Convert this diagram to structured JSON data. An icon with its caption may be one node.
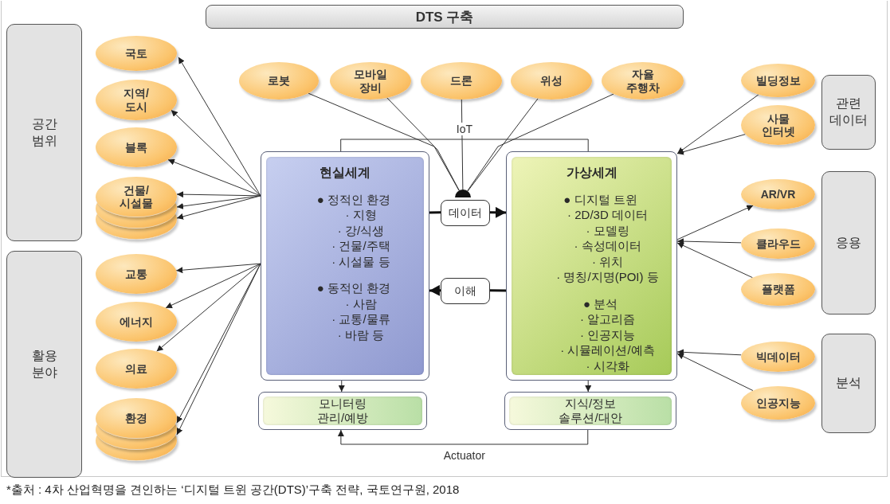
{
  "diagram": {
    "title": "DTS 구축",
    "caption": "*출처 : 4차 산업혁명을 견인하는 ‘디지털 트윈 공간(DTS)’구축 전략, 국토연구원, 2018",
    "nodes": [
      {
        "text": [
          "공간 범위"
        ]
      },
      {
        "text": [
          "활용 분야"
        ]
      },
      {
        "text": [
          "국토"
        ]
      },
      {
        "text": [
          "지역/ 도시"
        ]
      },
      {
        "text": [
          "블록"
        ]
      },
      {
        "text": [
          "건물/ 시설물"
        ]
      },
      {
        "text": [
          "교통"
        ]
      },
      {
        "text": [
          "에너지"
        ]
      },
      {
        "text": [
          "의료"
        ]
      },
      {
        "text": [
          "환경"
        ]
      },
      {
        "text": [
          "로봇"
        ]
      },
      {
        "text": [
          "모바일 장비"
        ]
      },
      {
        "text": [
          "드론"
        ]
      },
      {
        "text": [
          "위성"
        ]
      },
      {
        "text": [
          "자율 주행차"
        ]
      },
      {
        "text": [
          "현실세계",
          "● 정적인 환경",
          "· 지형",
          "· 강/식생",
          "· 건물/주택",
          "· 시설물 등",
          "● 동적인 환경",
          "· 사람",
          "· 교통/물류",
          "· 바람 등"
        ]
      },
      {
        "text": [
          "가상세계",
          "● 디지털 트윈",
          "· 2D/3D 데이터",
          "· 모델링",
          "· 속성데이터",
          "· 위치",
          "· 명칭/지명(POI) 등",
          "● 분석",
          "· 알고리즘",
          "· 인공지능",
          "· 시뮬레이션/예측",
          "· 시각화"
        ]
      },
      {
        "text": [],
        "shape": "circle"
      },
      {
        "text": [
          "데이터"
        ]
      },
      {
        "text": [
          "이해"
        ]
      },
      {
        "text": [
          "모니터링 관리/예방"
        ]
      },
      {
        "text": [
          "지식/정보 솔루션/대안"
        ]
      },
      {
        "text": [
          "빌딩정보"
        ]
      },
      {
        "text": [
          "사물 인터넷"
        ]
      },
      {
        "text": [
          "관련 데이터"
        ]
      },
      {
        "text": [
          "AR/VR"
        ]
      },
      {
        "text": [
          "클라우드"
        ]
      },
      {
        "text": [
          "플랫폼"
        ]
      },
      {
        "text": [
          "응용"
        ]
      },
      {
        "text": [
          "빅데이터"
        ]
      },
      {
        "text": [
          "인공지능"
        ]
      },
      {
        "text": [
          "분석"
        ]
      }
    ],
    "edges": [
      {
        "from": 15,
        "to": 2,
        "arrow": "to"
      },
      {
        "from": 15,
        "to": 3,
        "arrow": "to"
      },
      {
        "from": 15,
        "to": 4,
        "arrow": "to"
      },
      {
        "from": 15,
        "to": 5,
        "arrow": "to"
      },
      {
        "from": 15,
        "to": 5,
        "arrow": "to"
      },
      {
        "from": 15,
        "to": 5,
        "arrow": "to"
      },
      {
        "from": 15,
        "to": 6,
        "arrow": "to"
      },
      {
        "from": 15,
        "to": 7,
        "arrow": "to"
      },
      {
        "from": 15,
        "to": 8,
        "arrow": "to"
      },
      {
        "from": 15,
        "to": 9,
        "arrow": "to"
      },
      {
        "from": 15,
        "to": 9,
        "arrow": "to"
      },
      {
        "from": 10,
        "to": 17,
        "arrow": "none"
      },
      {
        "from": 11,
        "to": 17,
        "arrow": "none"
      },
      {
        "from": 12,
        "to": 17,
        "arrow": "none"
      },
      {
        "from": 13,
        "to": 17,
        "arrow": "none"
      },
      {
        "from": 14,
        "to": 17,
        "arrow": "none"
      },
      {
        "from": 15,
        "to": 18,
        "arrow": "none",
        "style": "thick"
      },
      {
        "from": 18,
        "to": 16,
        "arrow": "to",
        "style": "thick"
      },
      {
        "from": 16,
        "to": 19,
        "arrow": "none",
        "style": "thick"
      },
      {
        "from": 19,
        "to": 15,
        "arrow": "to",
        "style": "thick"
      },
      {
        "from": 15,
        "to": 16,
        "arrow": "none",
        "label": "IoT"
      },
      {
        "from": 22,
        "to": 16,
        "arrow": "to"
      },
      {
        "from": 23,
        "to": 16,
        "arrow": "to"
      },
      {
        "from": 16,
        "to": 25,
        "arrow": "to"
      },
      {
        "from": 26,
        "to": 16,
        "arrow": "to"
      },
      {
        "from": 27,
        "to": 16,
        "arrow": "to"
      },
      {
        "from": 29,
        "to": 16,
        "arrow": "to"
      },
      {
        "from": 30,
        "to": 16,
        "arrow": "to"
      },
      {
        "from": 15,
        "to": 20,
        "arrow": "to"
      },
      {
        "from": 16,
        "to": 21,
        "arrow": "to"
      },
      {
        "from": 21,
        "to": 20,
        "arrow": "to",
        "label": "Actuator"
      }
    ]
  }
}
